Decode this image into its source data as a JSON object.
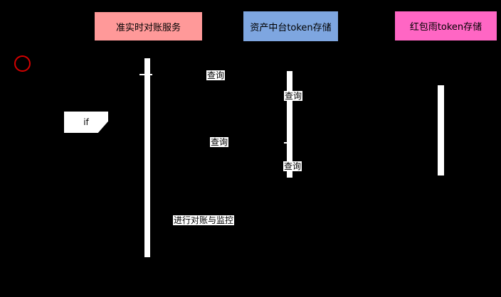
{
  "diagram": {
    "type": "sequence-diagram",
    "background_color": "#000000",
    "participants": [
      {
        "label": "准实时对账服务",
        "color": "#ff9999"
      },
      {
        "label": "资产中台token存储",
        "color": "#7ea6e0"
      },
      {
        "label": "红包雨token存储",
        "color": "#ff66c4"
      }
    ],
    "actor": {
      "shape": "circle",
      "stroke_color": "#d40000"
    },
    "fragment": {
      "label": "if"
    },
    "messages": [
      {
        "label": "查询"
      },
      {
        "label": "查询"
      },
      {
        "label": "查询"
      },
      {
        "label": "查询"
      },
      {
        "label": "进行对账与监控"
      }
    ]
  }
}
